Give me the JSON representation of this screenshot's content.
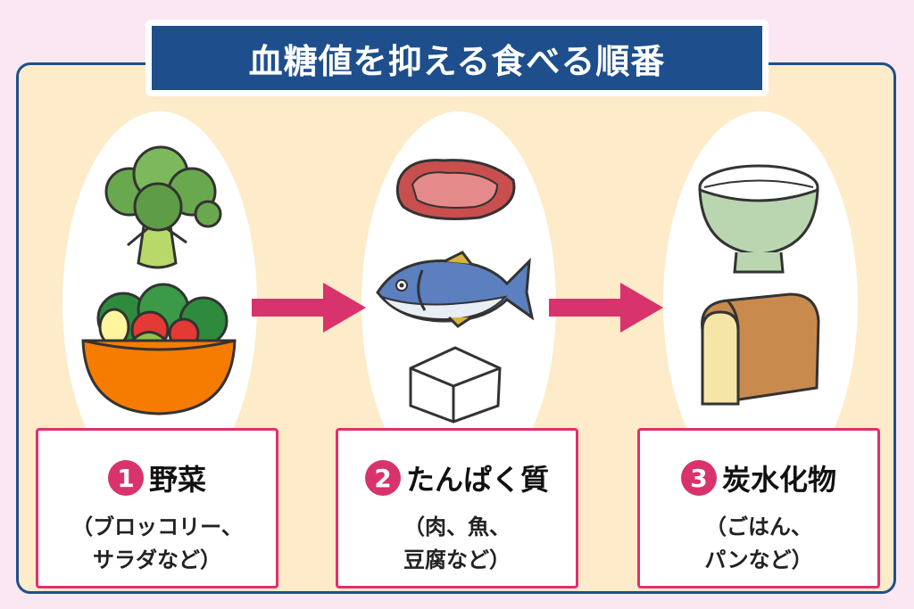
{
  "title": "血糖値を抑える食べる順番",
  "steps": [
    {
      "number": "1",
      "name": "野菜",
      "sub1": "（ブロッコリー、",
      "sub2": "サラダなど）"
    },
    {
      "number": "2",
      "name": "たんぱく質",
      "sub1": "（肉、魚、",
      "sub2": "豆腐など）"
    },
    {
      "number": "3",
      "name": "炭水化物",
      "sub1": "（ごはん、",
      "sub2": "パンなど）"
    }
  ],
  "colors": {
    "navy": "#1e4f8c",
    "pink": "#d8336d",
    "cream": "#fdebc9",
    "background": "#fbe7f1"
  }
}
